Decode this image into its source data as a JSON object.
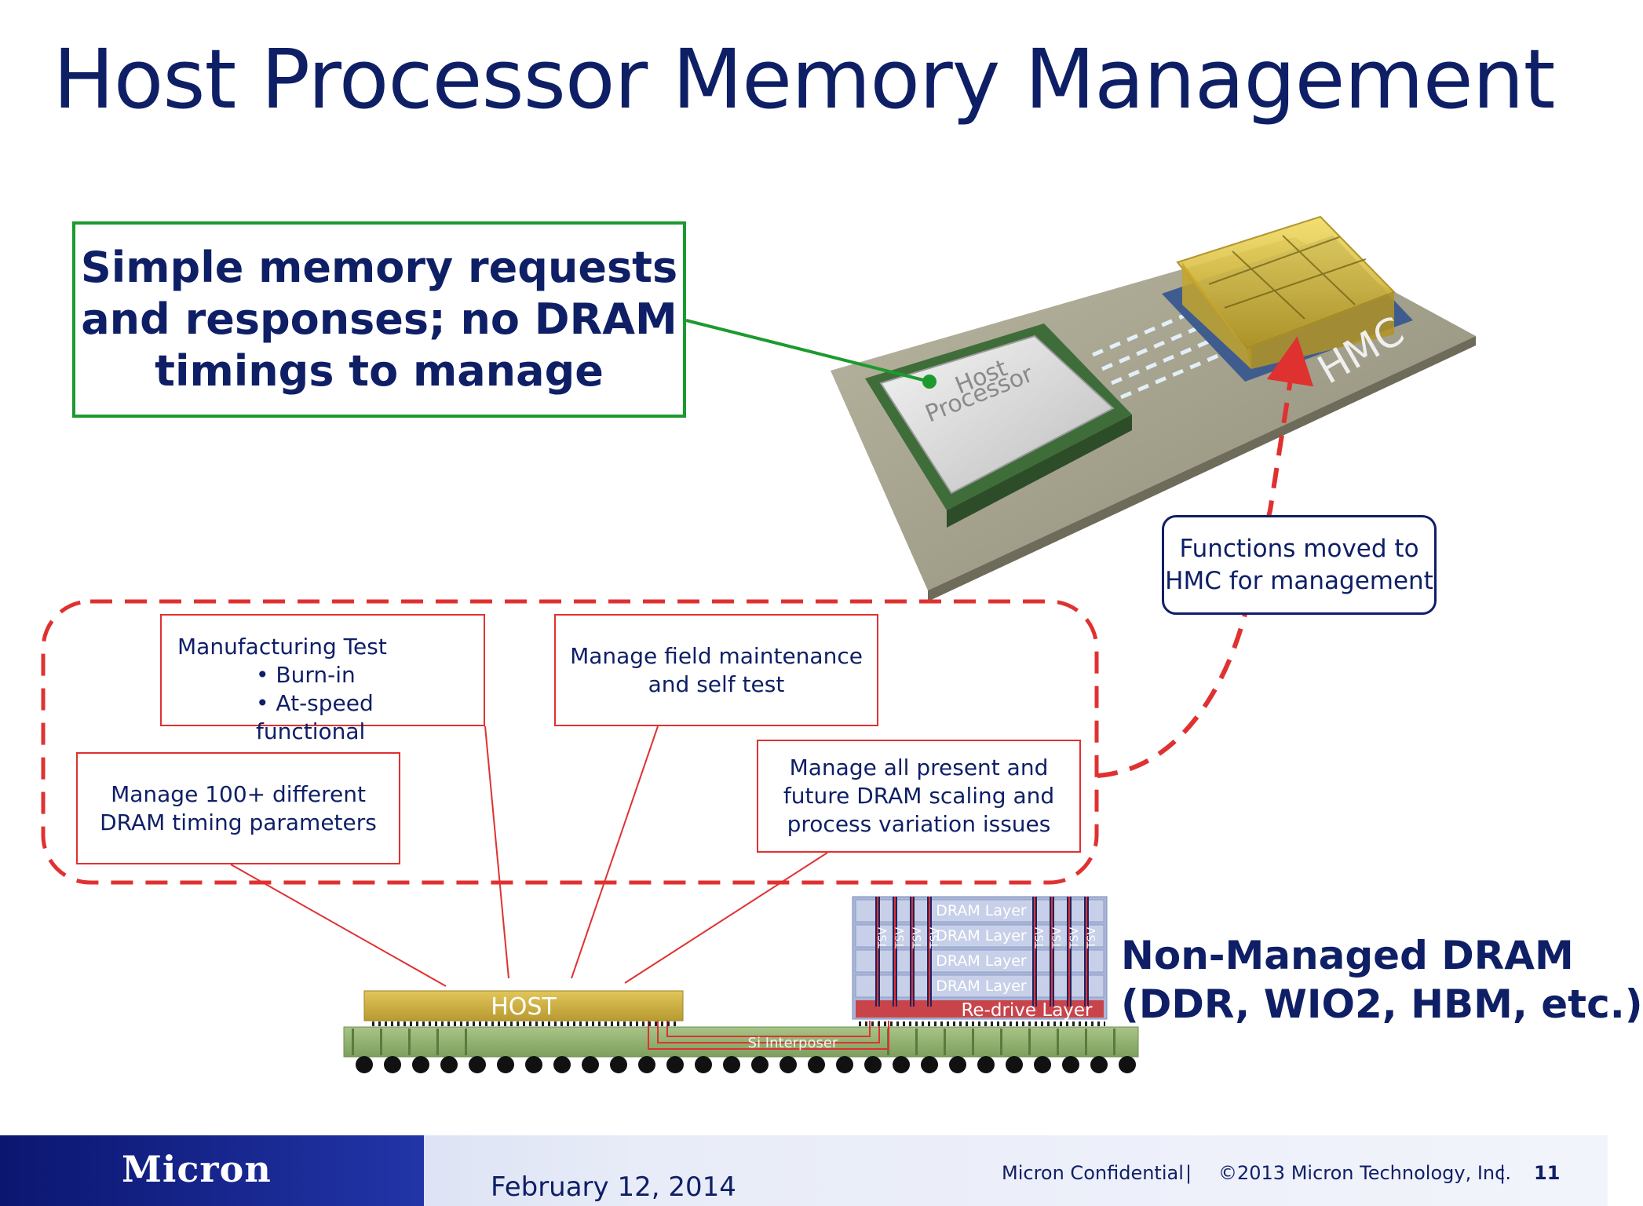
{
  "title": "Host Processor Memory Management",
  "green_callout": {
    "lines": [
      "Simple memory requests",
      "and responses;  no DRAM",
      "timings to manage"
    ]
  },
  "hmc_callout": {
    "lines": [
      "Functions moved to",
      "HMC for management"
    ]
  },
  "red_boxes": {
    "manufacturing": {
      "title": "Manufacturing Test",
      "bullets": [
        "Burn-in",
        "At-speed functional"
      ]
    },
    "field": {
      "lines": [
        "Manage field maintenance",
        "and self test"
      ]
    },
    "timing": {
      "lines": [
        "Manage 100+ different",
        "DRAM timing parameters"
      ]
    },
    "scaling": {
      "lines": [
        "Manage all present and",
        "future DRAM scaling and",
        "process variation issues"
      ]
    }
  },
  "chip_image": {
    "host_label_lines": [
      "Host",
      "Processor"
    ],
    "hmc_label": "HMC"
  },
  "stack_diagram": {
    "host_label": "HOST",
    "interposer_label": "Si Interposer",
    "dram_layers": [
      "DRAM Layer",
      "DRAM Layer",
      "DRAM Layer",
      "DRAM Layer"
    ],
    "redrive_label": "Re-drive Layer",
    "tsv_label": "TSV"
  },
  "non_managed": {
    "lines": [
      "Non-Managed DRAM",
      "(DDR, WIO2, HBM, etc.)"
    ]
  },
  "footer": {
    "logo": "Micron",
    "date": "February 12, 2014",
    "confidential": "Micron Confidential",
    "separator": "|",
    "copyright": "©2013 Micron Technology, Inc.",
    "page": "11"
  },
  "colors": {
    "navy": "#0f1f66",
    "green": "#1c9a2e",
    "red": "#e03131",
    "gold": "#d6b52f"
  }
}
